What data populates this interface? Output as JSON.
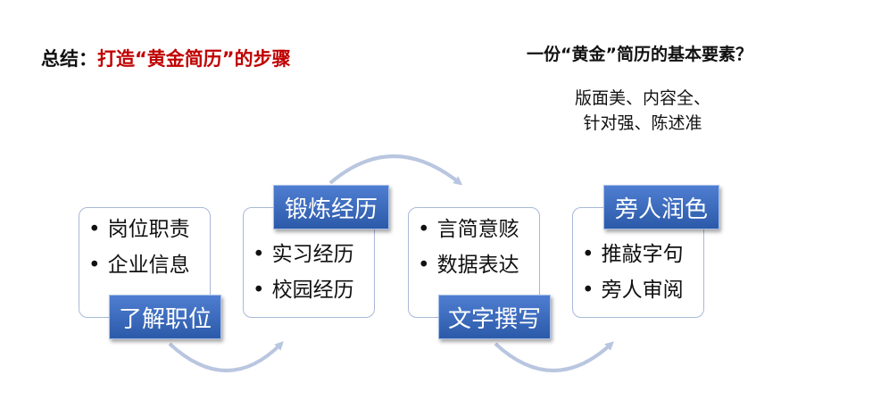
{
  "title": {
    "prefix": "总结：",
    "highlight": "打造“黄金简历”的步骤"
  },
  "question": "一份“黄金”简历的基本要素？",
  "answer_lines": [
    "版面美、内容全、",
    "针对强、陈述准"
  ],
  "steps": [
    {
      "label": "了解职位",
      "bullets": [
        "岗位职责",
        "企业信息"
      ]
    },
    {
      "label": "锻炼经历",
      "bullets": [
        "实习经历",
        "校园经历"
      ]
    },
    {
      "label": "文字撰写",
      "bullets": [
        "言简意赅",
        "数据表达"
      ]
    },
    {
      "label": "旁人润色",
      "bullets": [
        "推敲字句",
        "旁人审阅"
      ]
    }
  ],
  "colors": {
    "title_accent": "#c00000",
    "label_fill": "#3a68bd",
    "card_border": "#a9b8d6",
    "arrow": "#b9c6e0"
  }
}
